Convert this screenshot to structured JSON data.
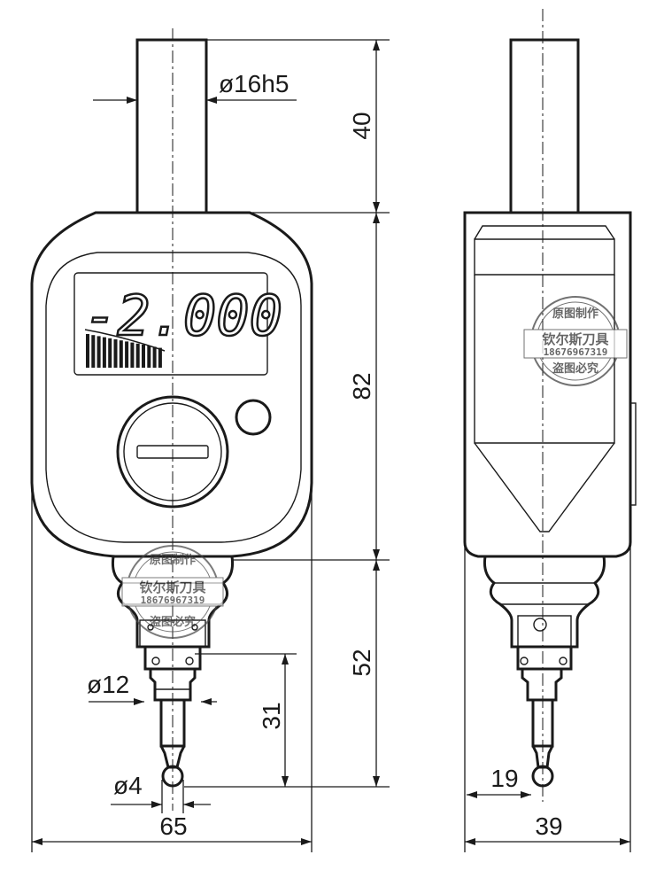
{
  "display": {
    "reading": "-2.000"
  },
  "dimensions": {
    "shank_diameter": "ø16h5",
    "shank_length": "40",
    "body_height": "82",
    "lower_length": "52",
    "stylus_length": "31",
    "stem_diameter": "ø12",
    "ball_diameter": "ø4",
    "front_width": "65",
    "side_width": "39",
    "ball_offset": "19"
  },
  "watermark": {
    "line1": "原图制作",
    "line2": "钦尔斯刀具",
    "phone": "18676967319",
    "line3": "盗图必究"
  }
}
